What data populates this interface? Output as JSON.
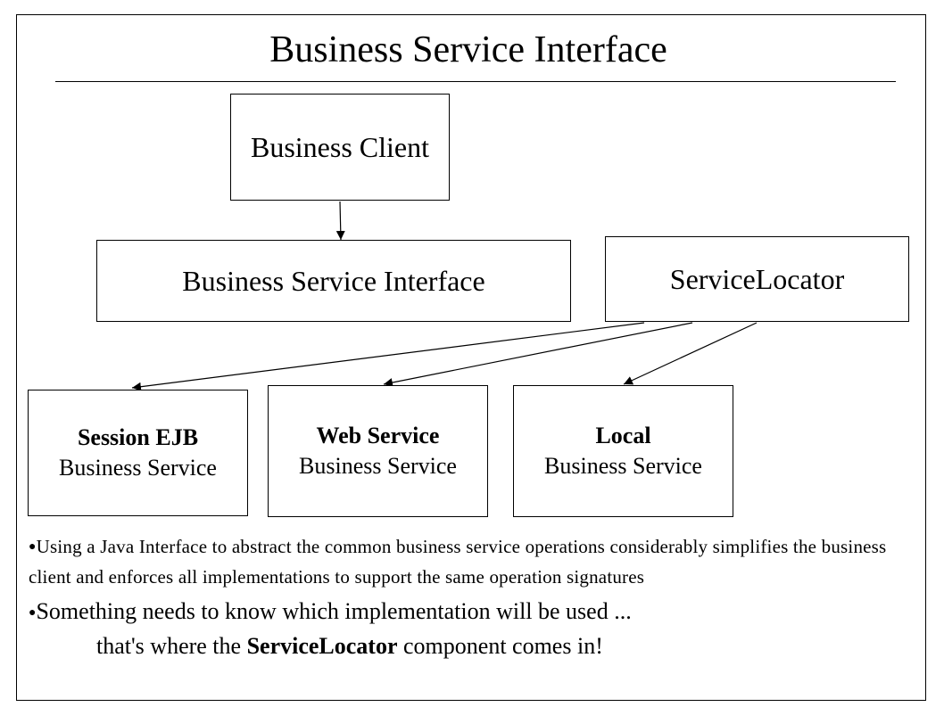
{
  "title": "Business Service Interface",
  "boxes": {
    "client": "Business Client",
    "bsi": "Business Service Interface",
    "locator": "ServiceLocator",
    "ejb": {
      "kind": "Session EJB",
      "label": "Business Service"
    },
    "ws": {
      "kind": "Web Service",
      "label": "Business Service"
    },
    "local": {
      "kind": "Local",
      "label": "Business Service"
    }
  },
  "notes": {
    "bullet1": "Using a Java Interface to abstract the common business service operations considerably simplifies the business client and enforces all implementations to support the same operation signatures",
    "bullet2_line1": "Something needs to know which implementation will be used ...",
    "bullet2_line2_pre": "that's where the ",
    "bullet2_line2_bold": "ServiceLocator",
    "bullet2_line2_post": " component comes in!"
  },
  "colors": {
    "line": "#000000",
    "background": "#ffffff"
  }
}
